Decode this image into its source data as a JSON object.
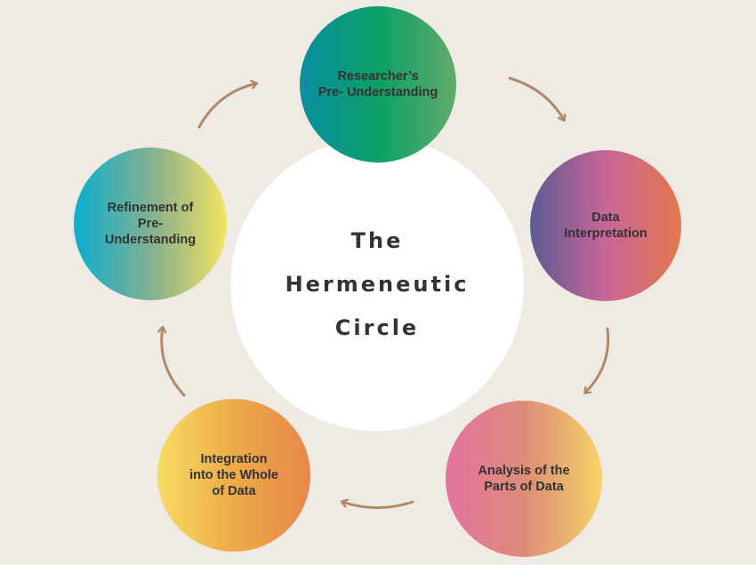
{
  "diagram": {
    "center": {
      "lines": [
        "The",
        "Hermeneutic",
        "Circle"
      ]
    },
    "nodes": [
      {
        "label": "Researcher’s\nPre- Understanding",
        "gradient": [
          "#0b8ea1",
          "#0aa066",
          "#63aa6a"
        ]
      },
      {
        "label": "Data\nInterpretation",
        "gradient": [
          "#5a5b94",
          "#c96697",
          "#e3774d"
        ]
      },
      {
        "label": "Analysis of the\nParts of Data",
        "gradient": [
          "#e373a0",
          "#dd8c78",
          "#f4d268"
        ]
      },
      {
        "label": "Integration\ninto the Whole\nof Data",
        "gradient": [
          "#f6dc63",
          "#edaa48",
          "#e7864a"
        ]
      },
      {
        "label": "Refinement of\nPre-\nUnderstanding",
        "gradient": [
          "#0aaed0",
          "#8fb289",
          "#f3e463"
        ]
      }
    ],
    "colors": {
      "background": "#efebe4",
      "center_fill": "#ffffff",
      "text": "#333333",
      "arrow": "#b0896a"
    }
  }
}
